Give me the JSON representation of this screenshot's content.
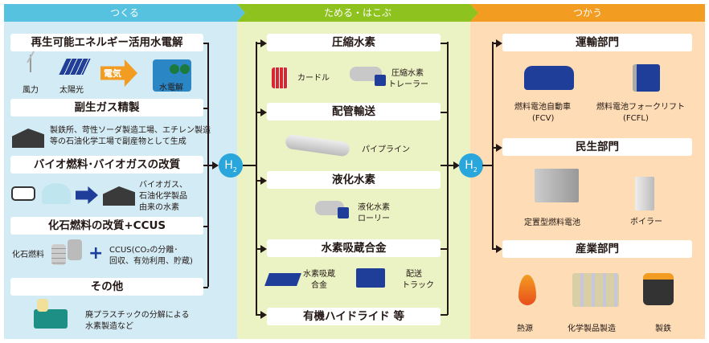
{
  "colors": {
    "make": "#56c2df",
    "store": "#8dc21f",
    "use": "#f39c22",
    "make_bg": "#d2ebf5",
    "store_bg": "#ebf2c4",
    "use_bg": "#fddcb6",
    "h2": "#29a6dc"
  },
  "headers": {
    "make": "つくる",
    "store": "ためる・はこぶ",
    "use": "つかう"
  },
  "h2_label": "H",
  "h2_sub": "2",
  "make": {
    "renewable": {
      "title": "再生可能エネルギー活用水電解",
      "wind": "風力",
      "solar": "太陽光",
      "electricity": "電気",
      "electrolysis": "水電解"
    },
    "byproduct": {
      "title": "副生ガス精製",
      "desc1": "製鉄所、苛性ソーダ製造工場、エチレン製造",
      "desc2": "等の石油化学工場で副産物として生成"
    },
    "bio": {
      "title": "バイオ燃料･バイオガスの改質",
      "desc1": "バイオガス、",
      "desc2": "石油化学製品",
      "desc3": "由来の水素"
    },
    "fossil": {
      "title": "化石燃料の改質+CCUS",
      "fuel": "化石燃料",
      "plus": "+",
      "ccus1": "CCUS(CO₂の分離･",
      "ccus2": "回収、有効利用、貯蔵)"
    },
    "other": {
      "title": "その他",
      "desc1": "廃プラスチックの分解による",
      "desc2": "水素製造など"
    }
  },
  "store": {
    "compressed": {
      "title": "圧縮水素",
      "curdle": "カードル",
      "trailer1": "圧縮水素",
      "trailer2": "トレーラー"
    },
    "pipeline": {
      "title": "配管輸送",
      "pipe": "パイプライン"
    },
    "liquid": {
      "title": "液化水素",
      "lorry1": "液化水素",
      "lorry2": "ローリー"
    },
    "alloy": {
      "title": "水素吸蔵合金",
      "alloy1": "水素吸蔵",
      "alloy2": "合金",
      "truck1": "配送",
      "truck2": "トラック"
    },
    "organic": {
      "title": "有機ハイドライド 等"
    }
  },
  "use": {
    "transport": {
      "title": "運輸部門",
      "fcv1": "燃料電池自動車",
      "fcv2": "(FCV)",
      "fcfl1": "燃料電池フォークリフト",
      "fcfl2": "(FCFL)"
    },
    "residential": {
      "title": "民生部門",
      "fuelcell": "定置型燃料電池",
      "boiler": "ボイラー"
    },
    "industry": {
      "title": "産業部門",
      "heat": "熱源",
      "chem": "化学製品製造",
      "steel": "製鉄"
    }
  }
}
